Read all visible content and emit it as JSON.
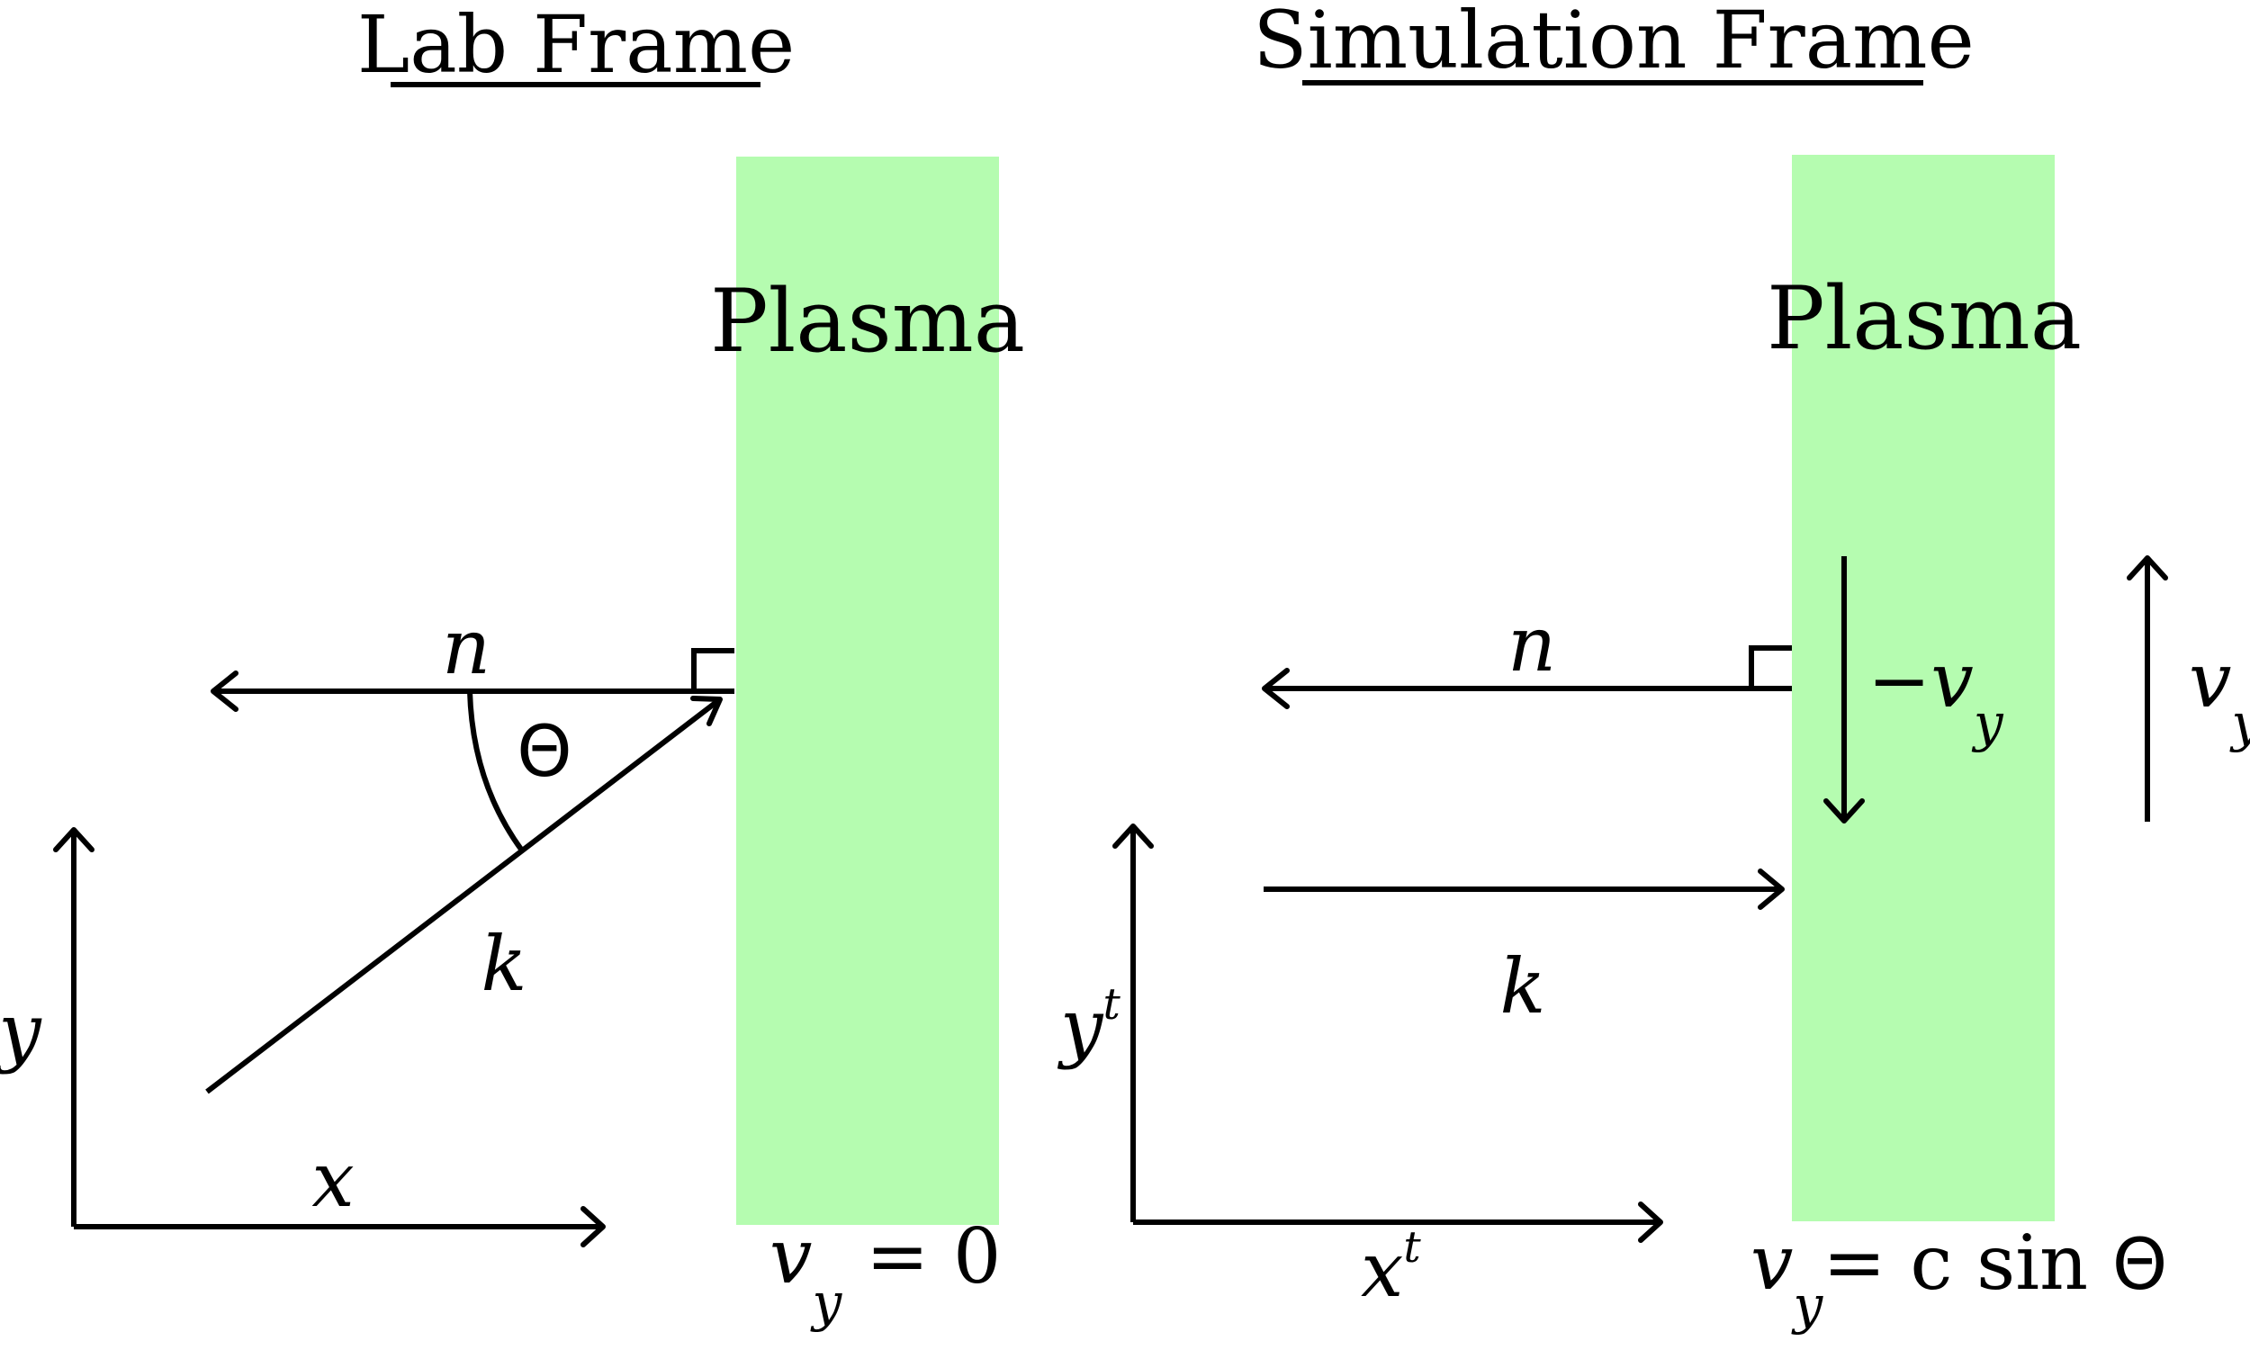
{
  "lab_frame": {
    "title": "Lab Frame",
    "plasma_label": "Plasma",
    "n_label": "n",
    "theta_label": "Θ",
    "k_label": "k",
    "y_axis_label": "y",
    "x_axis_label": "x",
    "velocity": {
      "v": "v",
      "sub": "y",
      "rest": " = 0"
    }
  },
  "sim_frame": {
    "title": "Simulation Frame",
    "plasma_label": "Plasma",
    "n_label": "n",
    "k_label": "k",
    "neg_v": {
      "v": "−v",
      "sub": "y"
    },
    "pos_v": {
      "v": "v",
      "sub": "y"
    },
    "y_axis": {
      "base": "y",
      "sup": "t"
    },
    "x_axis": {
      "base": "x",
      "sup": "t"
    },
    "velocity": {
      "v": "v",
      "sub": "y",
      "rest": "= c sin ",
      "theta": "Θ"
    }
  },
  "colors": {
    "plasma": "#b5fcb0",
    "ink": "#000000"
  }
}
